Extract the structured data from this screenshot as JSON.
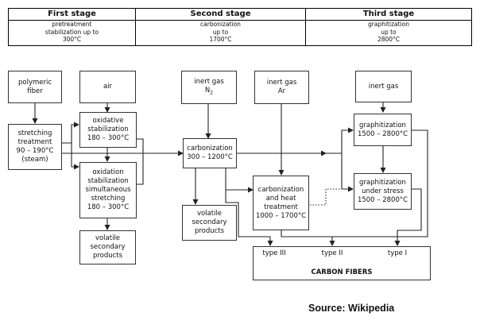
{
  "stages": [
    {
      "title": "First stage",
      "lines": [
        "pretreatment",
        "stabilization up to",
        "300°C"
      ]
    },
    {
      "title": "Second stage",
      "lines": [
        "carbonization",
        "up to",
        "1700°C"
      ]
    },
    {
      "title": "Third stage",
      "lines": [
        "graphitization",
        "up to",
        "2800°C"
      ]
    }
  ],
  "nodes": {
    "polymeric_fiber": "polymeric\nfiber",
    "air": "air",
    "stretching": "stretching\ntreatment\n90 – 190°C\n(steam)",
    "oxidative": "oxidative\nstabilization\n180 – 300°C",
    "oxidation_stretch": "oxidation\nstabilization\nsimultaneous\nstretching\n180 – 300°C",
    "volatile1": "volatile\nsecondary\nproducts",
    "inert_n2": "inert gas",
    "inert_n2_formula": "N",
    "inert_n2_sub": "2",
    "inert_ar": "inert gas\nAr",
    "carbonization": "carbonization\n300 – 1200°C",
    "volatile2": "volatile\nsecondary\nproducts",
    "carb_heat": "carbonization\nand heat\ntreatment\n1000 – 1700°C",
    "inert_gas3": "inert gas",
    "graph1": "graphitization\n1500 – 2800°C",
    "graph2": "graphitization\nunder stress\n1500 – 2800°C",
    "carbon_fibers": "CARBON FIBERS"
  },
  "types": [
    "type III",
    "type II",
    "type I"
  ],
  "source": "Source: Wikipedia"
}
